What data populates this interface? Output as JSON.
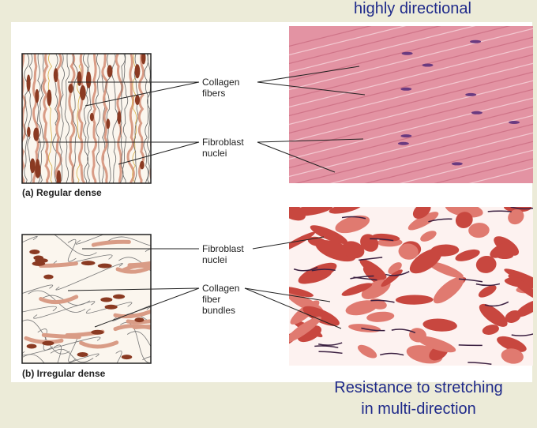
{
  "top_caption": "highly directional",
  "bottom_caption": [
    "Resistance to stretching",
    "in multi-direction"
  ],
  "regular": {
    "label_collagen": [
      "Collagen",
      "fibers"
    ],
    "label_fibroblast": [
      "Fibroblast",
      "nuclei"
    ],
    "subtitle": "(a) Regular dense"
  },
  "irregular": {
    "label_fibroblast": [
      "Fibroblast",
      "nuclei"
    ],
    "label_collagen": [
      "Collagen",
      "fiber",
      "bundles"
    ],
    "subtitle": "(b) Irregular dense"
  },
  "colors": {
    "caption": "#1f2a8a",
    "collagen_pink": "#d99c86",
    "nucleus_brown": "#8a3a22",
    "micrograph_regular": "#e08f9f",
    "micrograph_irregular": "#c8473f"
  }
}
